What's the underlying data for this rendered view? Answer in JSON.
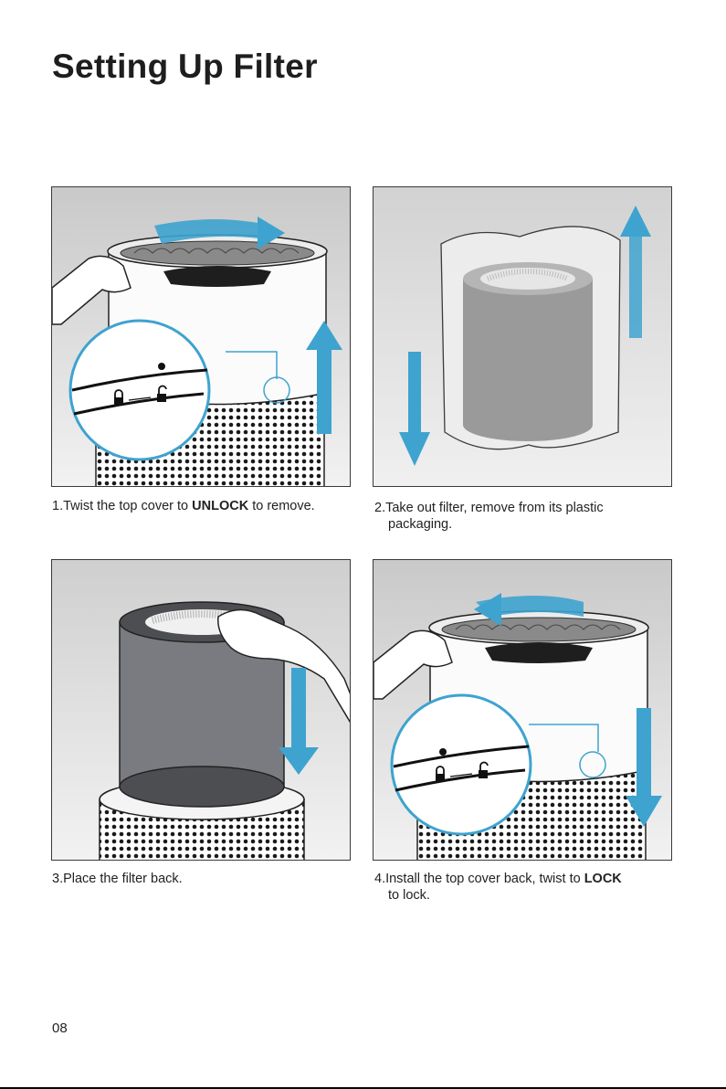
{
  "page": {
    "title": "Setting Up Filter",
    "page_number": "08"
  },
  "steps": [
    {
      "number": "1.",
      "text_before": "Twist the top cover to ",
      "emphasis": "UNLOCK",
      "text_after": " to remove.",
      "illustration_icon": "unlock-twist-illustration"
    },
    {
      "number": "2.",
      "line1": "Take out filter, remove from its plastic",
      "line2": "packaging.",
      "illustration_icon": "unpack-filter-illustration"
    },
    {
      "number": "3.",
      "line1": "Place the filter back.",
      "illustration_icon": "place-filter-illustration"
    },
    {
      "number": "4.",
      "line1_before": "Install the top cover back, twist to ",
      "emphasis": "LOCK",
      "line2": "to lock.",
      "illustration_icon": "lock-twist-illustration"
    }
  ],
  "colors": {
    "arrow": "#3ea3cf",
    "filter_body": "#7a7b80",
    "panel_bg": "#e2e2e2"
  }
}
